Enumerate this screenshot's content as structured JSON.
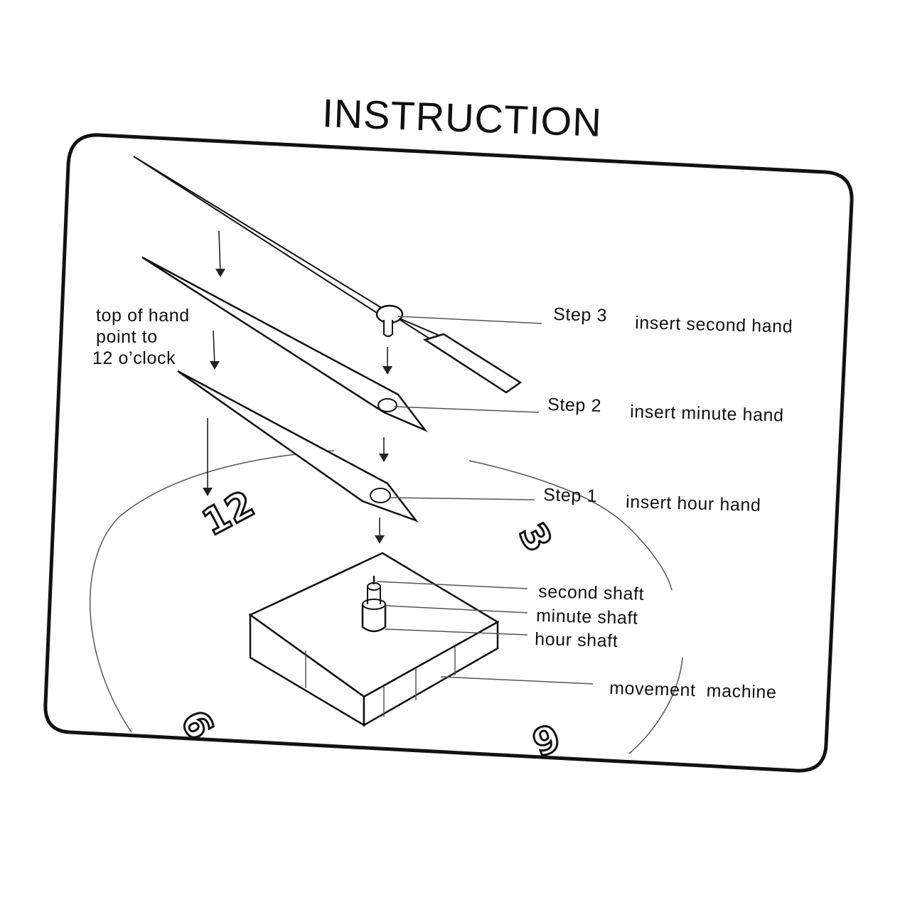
{
  "title": "INSTRUCTION",
  "hint": [
    "top of hand",
    "point to",
    "12 o’clock"
  ],
  "steps": [
    {
      "step": "Step 3",
      "text": "insert second hand"
    },
    {
      "step": "Step 2",
      "text": "insert minute hand"
    },
    {
      "step": "Step 1",
      "text": "insert hour hand"
    }
  ],
  "parts": {
    "second_shaft": "second shaft",
    "minute_shaft": "minute shaft",
    "hour_shaft": "hour shaft",
    "movement": "movement  machine"
  },
  "dial_numbers": {
    "twelve": "12",
    "three": "3",
    "six": "6",
    "nine": "9"
  }
}
